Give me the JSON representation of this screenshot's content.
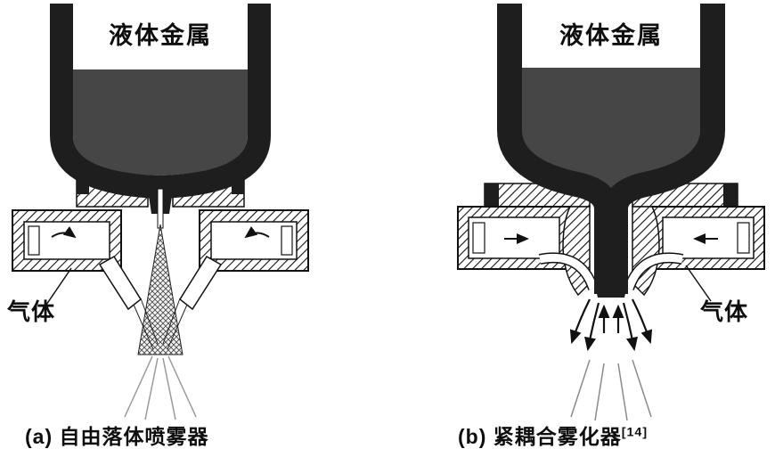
{
  "figure": {
    "panel_a": {
      "liquid_metal_label": "液体金属",
      "gas_label": "气体",
      "caption": "(a) 自由落体喷雾器"
    },
    "panel_b": {
      "liquid_metal_label": "液体金属",
      "gas_label": "气体",
      "caption": "(b) 紧耦合雾化器",
      "citation": "[14]"
    },
    "colors": {
      "liquid_metal": "#464646",
      "vessel_wall": "#1e1e1e"
    }
  }
}
